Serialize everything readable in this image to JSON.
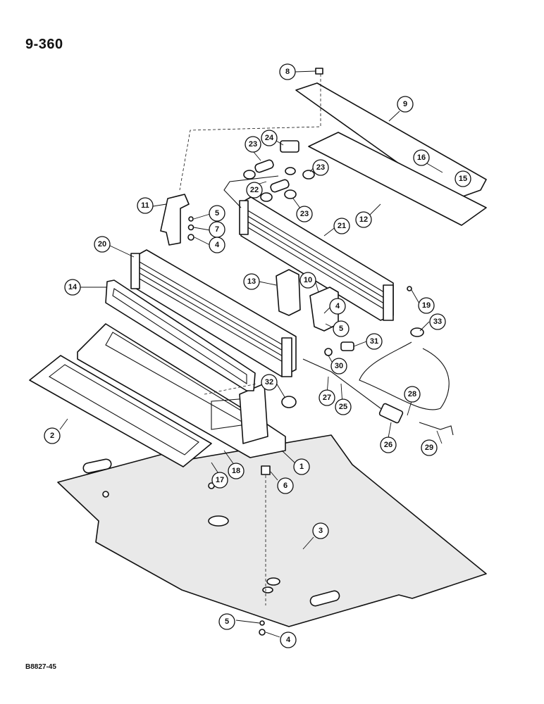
{
  "page": {
    "number": "9-360",
    "figure_code": "B8827-45"
  },
  "callouts": [
    "8",
    "9",
    "24",
    "23",
    "23",
    "16",
    "15",
    "22",
    "23",
    "12",
    "11",
    "5",
    "7",
    "4",
    "21",
    "20",
    "14",
    "13",
    "10",
    "4",
    "5",
    "19",
    "33",
    "31",
    "30",
    "32",
    "27",
    "25",
    "28",
    "2",
    "26",
    "29",
    "1",
    "17",
    "18",
    "6",
    "3",
    "5",
    "4"
  ],
  "colors": {
    "ink": "#111111",
    "paper": "#ffffff"
  }
}
